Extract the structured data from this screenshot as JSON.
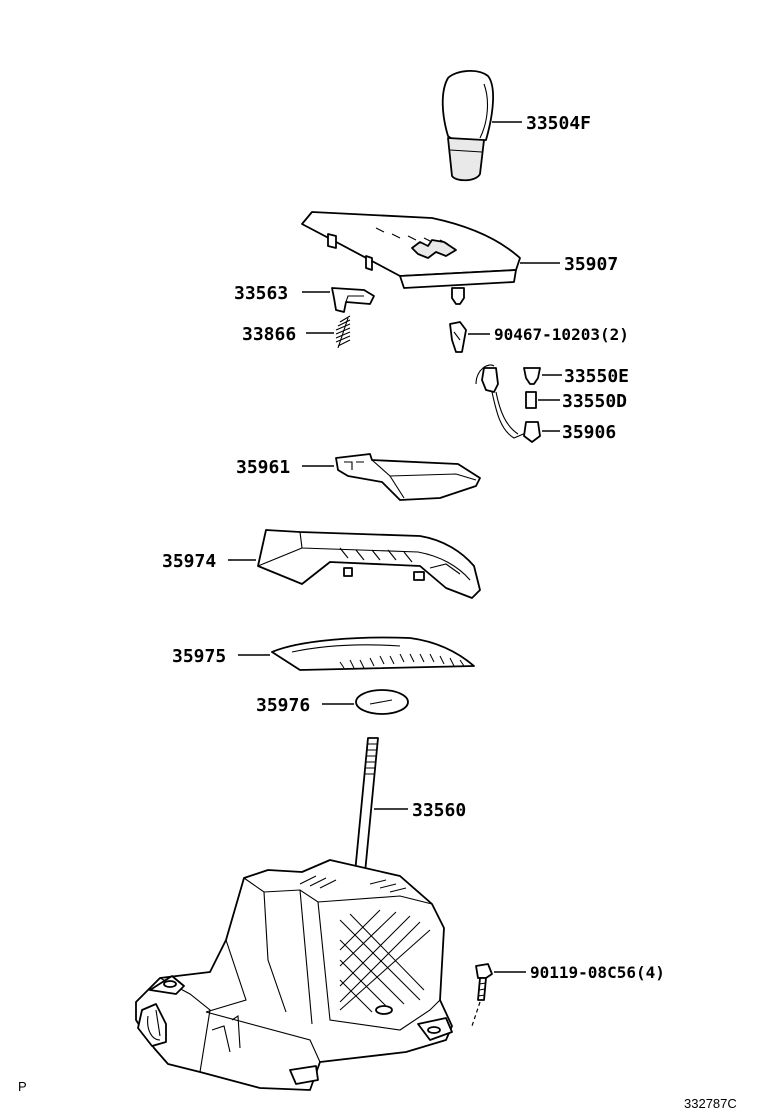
{
  "diagram": {
    "parts": [
      {
        "id": "knob",
        "label": "33504F"
      },
      {
        "id": "indicator_housing",
        "label": "35907"
      },
      {
        "id": "button_lever",
        "label": "33563"
      },
      {
        "id": "spring",
        "label": "33866"
      },
      {
        "id": "clip",
        "label": "90467-10203(2)"
      },
      {
        "id": "bulb_socket_e",
        "label": "33550E"
      },
      {
        "id": "bulb_socket_d",
        "label": "33550D"
      },
      {
        "id": "wire_harness",
        "label": "35906"
      },
      {
        "id": "slide_plate",
        "label": "35961"
      },
      {
        "id": "upper_cover",
        "label": "35974"
      },
      {
        "id": "dust_cover",
        "label": "35975"
      },
      {
        "id": "seal",
        "label": "35976"
      },
      {
        "id": "shift_lever",
        "label": "33560"
      },
      {
        "id": "bolt",
        "label": "90119-08C56(4)"
      }
    ],
    "corner_mark": "P",
    "figure_code": "332787C"
  }
}
